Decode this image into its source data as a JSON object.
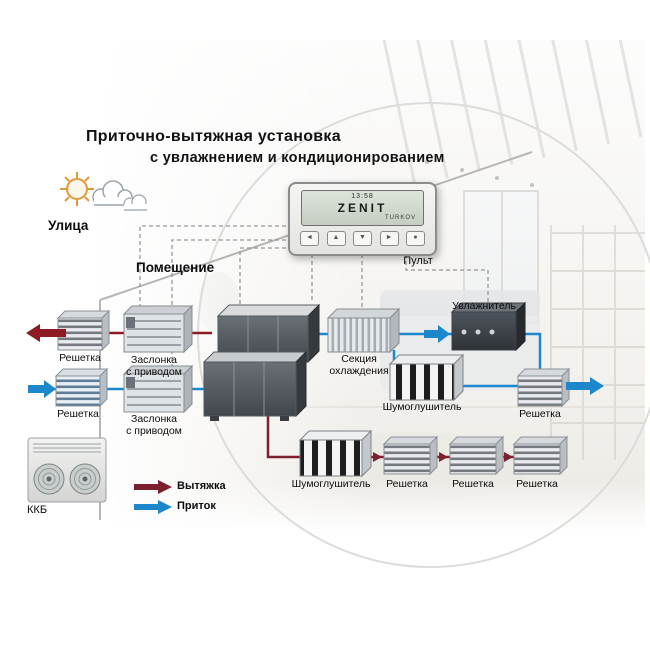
{
  "title": {
    "line1": "Приточно-вытяжная установка",
    "line2": "с увлажнением и кондиционированием"
  },
  "env": {
    "street": "Улица",
    "room": "Помещение"
  },
  "panel": {
    "label": "Пульт",
    "time": "13:58",
    "brand": "ZENIT",
    "brand_sub": "TURKOV",
    "buttons": [
      "◄",
      "▲",
      "▼",
      "►",
      "●"
    ]
  },
  "components": {
    "grille_exhaust_street": {
      "label": "Решетка"
    },
    "damper_exhaust": {
      "label1": "Заслонка",
      "label2": "с приводом"
    },
    "grille_supply_street": {
      "label": "Решетка"
    },
    "damper_supply": {
      "label1": "Заслонка",
      "label2": "с приводом"
    },
    "cooling_section": {
      "label1": "Секция",
      "label2": "охлаждения"
    },
    "humidifier": {
      "label": "Увлажнитель"
    },
    "silencer_supply": {
      "label": "Шумоглушитель"
    },
    "grille_supply_room": {
      "label": "Решетка"
    },
    "silencer_exhaust": {
      "label": "Шумоглушитель"
    },
    "grille_exhaust_room_1": {
      "label": "Решетка"
    },
    "grille_exhaust_room_2": {
      "label": "Решетка"
    },
    "grille_exhaust_room_3": {
      "label": "Решетка"
    },
    "condenser_unit": {
      "label": "ККБ"
    }
  },
  "legend": {
    "exhaust": "Вытяжка",
    "supply": "Приток"
  },
  "colors": {
    "exhaust": "#8e1b24",
    "supply": "#1d87cc"
  }
}
